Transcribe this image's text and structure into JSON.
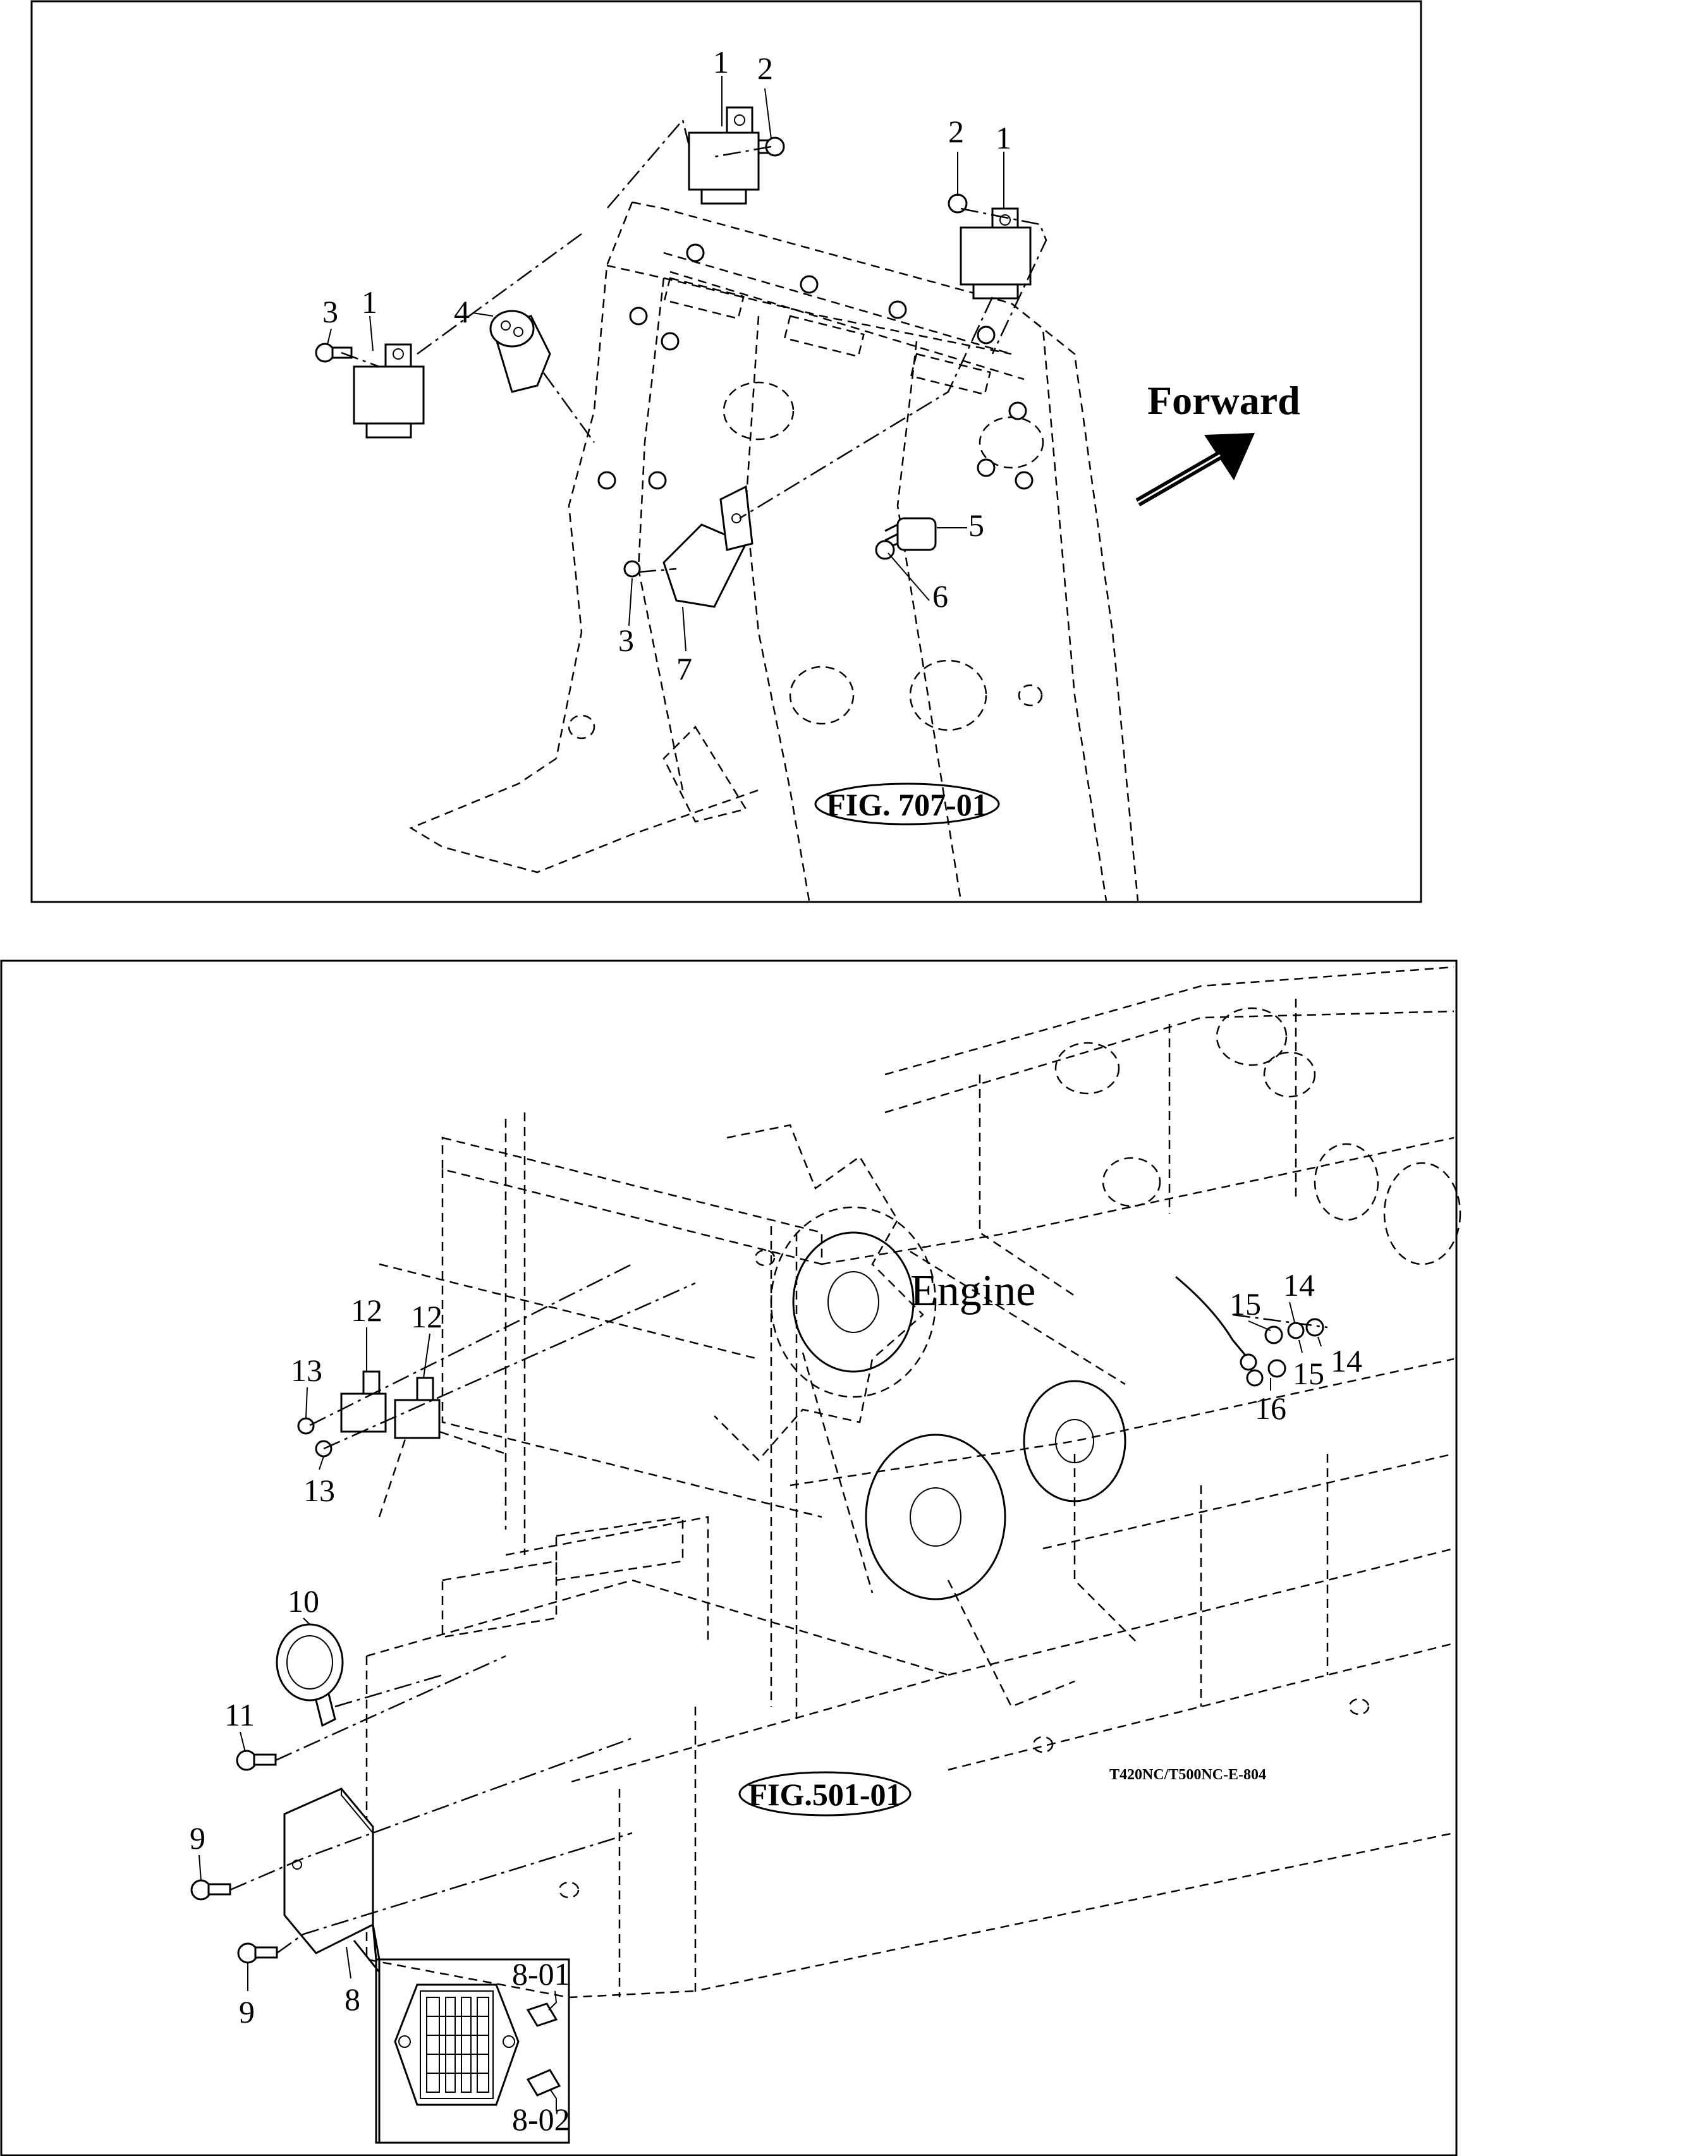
{
  "figure_top": {
    "forward_label": "Forward",
    "fig_ref": "FIG. 707-01",
    "callouts": {
      "c1a": "1",
      "c2a": "2",
      "c2b": "2",
      "c1b": "1",
      "c3a": "3",
      "c1c": "1",
      "c4": "4",
      "c5": "5",
      "c6": "6",
      "c3b": "3",
      "c7": "7"
    }
  },
  "figure_bottom": {
    "engine_label": "Engine",
    "fig_ref": "FIG.501-01",
    "drawing_code": "T420NC/T500NC-E-804",
    "callouts": {
      "c12a": "12",
      "c12b": "12",
      "c13a": "13",
      "c13b": "13",
      "c15a": "15",
      "c14a": "14",
      "c15b": "15",
      "c14b": "14",
      "c16": "16",
      "c10": "10",
      "c11": "11",
      "c9a": "9",
      "c9b": "9",
      "c8": "8",
      "c801": "8-01",
      "c802": "8-02"
    }
  }
}
